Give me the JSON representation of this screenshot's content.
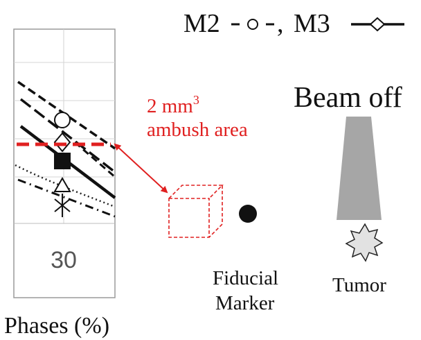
{
  "legend": {
    "m2_label": "M2",
    "m3_label": "M3",
    "separator": ","
  },
  "plot": {
    "tick_label": "30",
    "x_axis_label": "Phases (%)"
  },
  "ambush": {
    "line1": "2 mm",
    "superscript": "3",
    "line2": "ambush area"
  },
  "beam": {
    "label": "Beam off"
  },
  "fiducial": {
    "line1": "Fiducial",
    "line2": "Marker"
  },
  "tumor": {
    "label": "Tumor"
  },
  "colors": {
    "accent": "#e02020",
    "beam_gray": "#a6a6a6",
    "text": "#111111",
    "tick_gray": "#555555"
  }
}
